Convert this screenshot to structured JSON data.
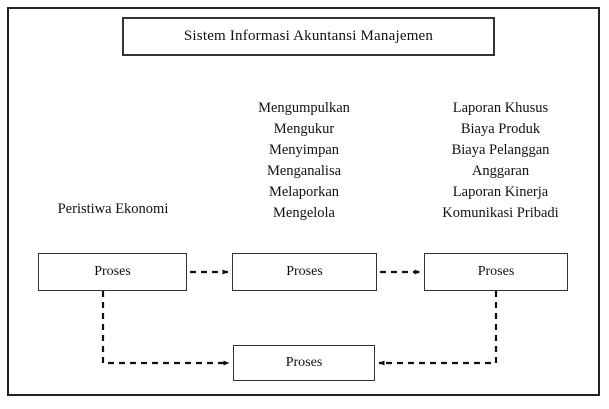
{
  "diagram": {
    "title": "Sistem Informasi Akuntansi Manajemen",
    "economic_events_label": "Peristiwa Ekonomi",
    "activities": [
      "Mengumpulkan",
      "Mengukur",
      "Menyimpan",
      "Menganalisa",
      "Melaporkan",
      "Mengelola"
    ],
    "outputs": [
      "Laporan Khusus",
      "Biaya Produk",
      "Biaya Pelanggan",
      "Anggaran",
      "Laporan Kinerja",
      "Komunikasi Pribadi"
    ],
    "process_boxes": [
      {
        "label": "Proses"
      },
      {
        "label": "Proses"
      },
      {
        "label": "Proses"
      },
      {
        "label": "Proses"
      }
    ],
    "colors": {
      "frame": "#222222",
      "box_border": "#333333",
      "connector": "#111111",
      "background": "#ffffff",
      "text": "#111111"
    }
  }
}
